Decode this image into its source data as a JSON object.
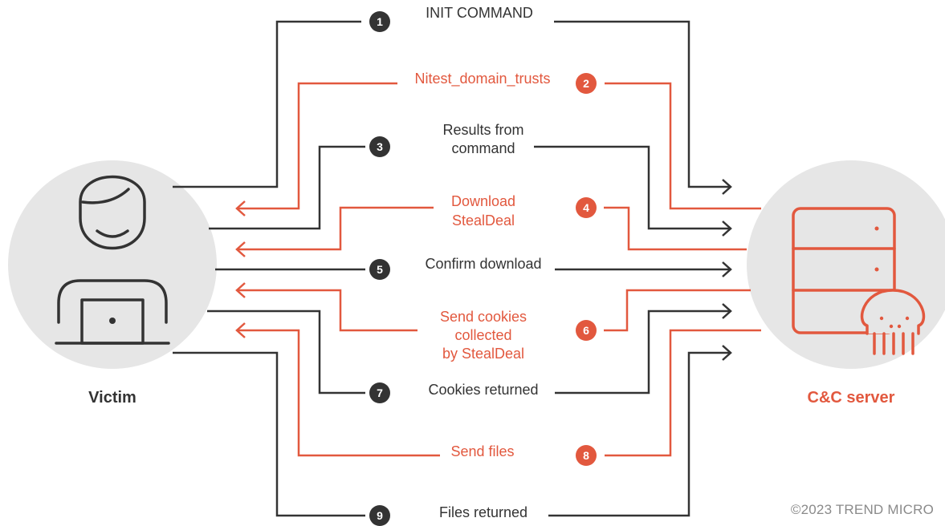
{
  "colors": {
    "dark": "#333333",
    "accent": "#e2583e",
    "circle_bg": "#e6e6e6",
    "copyright": "#8a8a8a"
  },
  "nodes": {
    "victim": {
      "label": "Victim",
      "icon": "user-at-laptop-icon"
    },
    "server": {
      "label": "C&C server",
      "icon": "server-with-skull-icon"
    }
  },
  "steps": [
    {
      "num": "1",
      "lines": [
        "INIT COMMAND"
      ],
      "direction": "to-server",
      "color": "dark"
    },
    {
      "num": "2",
      "lines": [
        "Nitest_domain_trusts"
      ],
      "direction": "to-victim",
      "color": "accent"
    },
    {
      "num": "3",
      "lines": [
        "Results from",
        "command"
      ],
      "direction": "to-server",
      "color": "dark"
    },
    {
      "num": "4",
      "lines": [
        "Download",
        "StealDeal"
      ],
      "direction": "to-victim",
      "color": "accent"
    },
    {
      "num": "5",
      "lines": [
        "Confirm download"
      ],
      "direction": "to-server",
      "color": "dark"
    },
    {
      "num": "6",
      "lines": [
        "Send cookies",
        "collected",
        "by StealDeal"
      ],
      "direction": "to-victim",
      "color": "accent"
    },
    {
      "num": "7",
      "lines": [
        "Cookies returned"
      ],
      "direction": "to-server",
      "color": "dark"
    },
    {
      "num": "8",
      "lines": [
        "Send files"
      ],
      "direction": "to-victim",
      "color": "accent"
    },
    {
      "num": "9",
      "lines": [
        "Files returned"
      ],
      "direction": "to-server",
      "color": "dark"
    }
  ],
  "copyright": "©2023 TREND MICRO"
}
